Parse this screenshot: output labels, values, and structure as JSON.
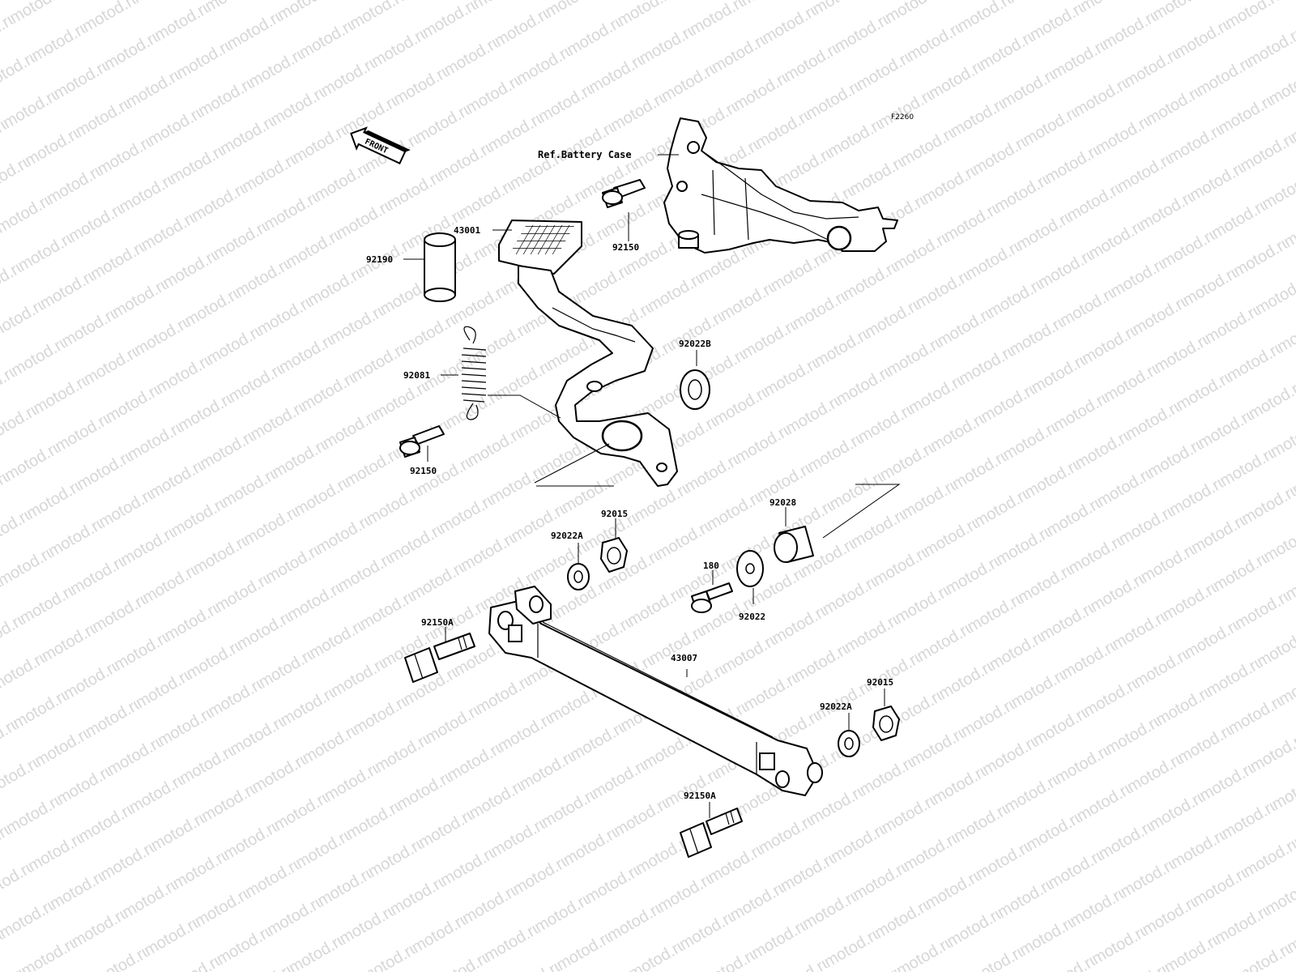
{
  "figure_code": "F2260",
  "front_indicator": "FRONT",
  "watermark": "motod.ru",
  "reference": "Ref.Battery Case",
  "parts": {
    "spacer_top": "92190",
    "brake_pedal": "43001",
    "spring": "92081",
    "bolt_left": "92150",
    "bolt_top": "92150",
    "washer_b": "92022B",
    "collar": "92028",
    "nut_upper": "92015",
    "washer_a_upper": "92022A",
    "bolt_small": "180",
    "washer_upper_right": "92022",
    "bolt_a_upper": "92150A",
    "rod": "43007",
    "washer_a_lower": "92022A",
    "nut_lower": "92015",
    "bolt_a_lower": "92150A"
  }
}
